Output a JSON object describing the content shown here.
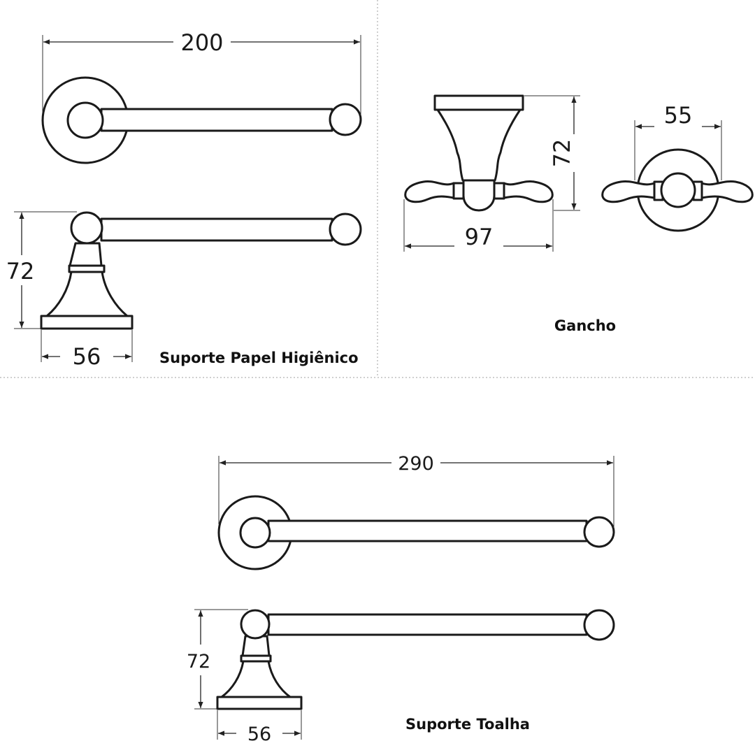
{
  "panels": {
    "toilet_paper_holder": {
      "caption": "Suporte Papel Higiênico",
      "dim_length": "200",
      "dim_height": "72",
      "dim_base": "56"
    },
    "hook": {
      "caption": "Gancho",
      "dim_height": "72",
      "dim_width": "97",
      "dim_depth": "55"
    },
    "towel_holder": {
      "caption": "Suporte Toalha",
      "dim_length": "290",
      "dim_height": "72",
      "dim_base": "56"
    }
  },
  "colors": {
    "line": "#1a1a1a",
    "background": "#ffffff",
    "separator": "#cfcfcf"
  }
}
